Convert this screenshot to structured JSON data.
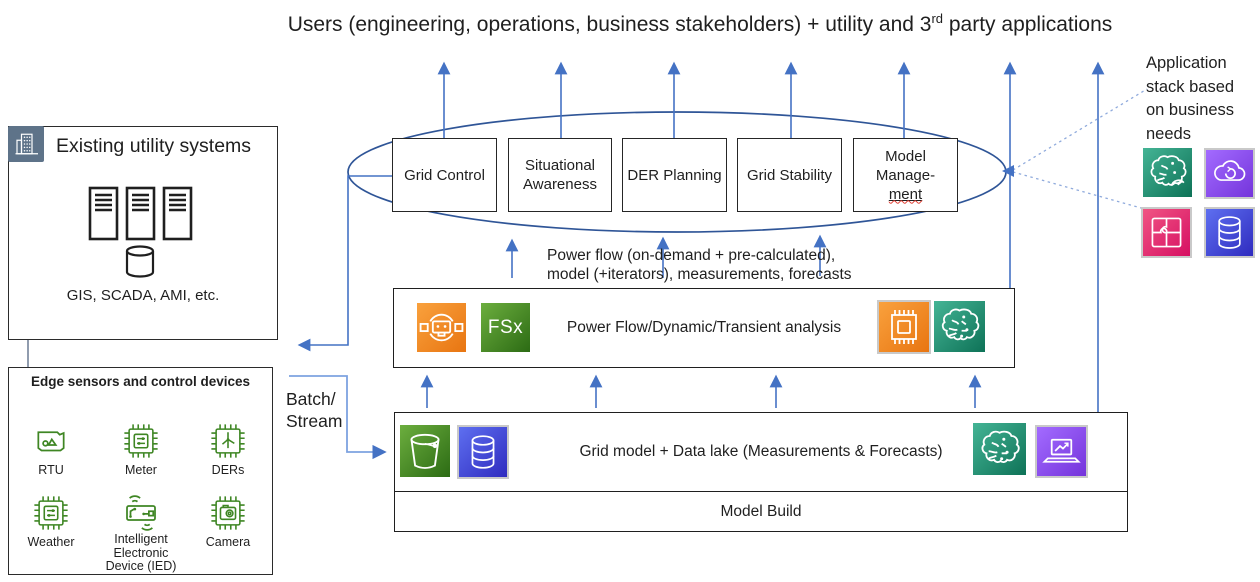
{
  "title": {
    "pre": "Users (engineering, operations, business stakeholders) + utility and 3",
    "sup": "rd",
    "post": " party applications"
  },
  "app_stack_note": "Application stack based on business needs",
  "applications": {
    "boxes": [
      {
        "label": "Grid Control"
      },
      {
        "label": "Situational Awareness"
      },
      {
        "label": "DER Planning"
      },
      {
        "label": "Grid Stability"
      }
    ],
    "model_management": {
      "line1": "Model",
      "line2": "Manage-",
      "line3": "ment"
    }
  },
  "flow_text": {
    "line1": "Power flow (on-demand + pre-calculated),",
    "line2": "model (+iterators), measurements, forecasts"
  },
  "analysis_box": {
    "label": "Power Flow/Dynamic/Transient analysis",
    "fsx_label": "FSx",
    "icons": [
      "robot-icon",
      "fsx-icon",
      "chip-icon",
      "ml-brain-icon"
    ]
  },
  "data_lake_box": {
    "label": "Grid model + Data lake (Measurements & Forecasts)",
    "icons": [
      "s3-bucket-icon",
      "database-icon",
      "ml-brain-icon",
      "quicksight-icon"
    ]
  },
  "model_build": {
    "label": "Model Build"
  },
  "existing_systems": {
    "title": "Existing utility systems",
    "caption": "GIS, SCADA, AMI, etc.",
    "icons": [
      "building-icon",
      "servers-icon",
      "database-cylinder-icon"
    ]
  },
  "edge_box": {
    "title": "Edge sensors and control devices",
    "devices": [
      {
        "label": "RTU",
        "icon": "rtu-icon"
      },
      {
        "label": "Meter",
        "icon": "meter-chip-icon"
      },
      {
        "label": "DERs",
        "icon": "wind-turbine-chip-icon"
      },
      {
        "label": "Weather",
        "icon": "weather-chip-icon"
      },
      {
        "label": "Intelligent Electronic Device (IED)",
        "icon": "ied-circuit-icon"
      },
      {
        "label": "Camera",
        "icon": "camera-chip-icon"
      }
    ]
  },
  "batch_stream": {
    "line1": "Batch/",
    "line2": "Stream"
  },
  "right_stack_icons": [
    "ml-brain-gauge-icon",
    "cloud-loop-icon",
    "puzzle-icon",
    "database-icon"
  ],
  "colors": {
    "arrow_blue": "#4472C4",
    "ellipse_blue": "#2F5597",
    "dotted_blue": "#8FAADC",
    "gray_arrow": "#6B7C93",
    "iot_green": "#3F8624",
    "aws_orange": "#E87511",
    "aws_green": "#2C6B14",
    "aws_teal": "#0E7257",
    "aws_purple": "#7434DB",
    "aws_pink": "#D60F62",
    "aws_blue": "#2F2BBF",
    "slate_header": "#5E7389"
  }
}
